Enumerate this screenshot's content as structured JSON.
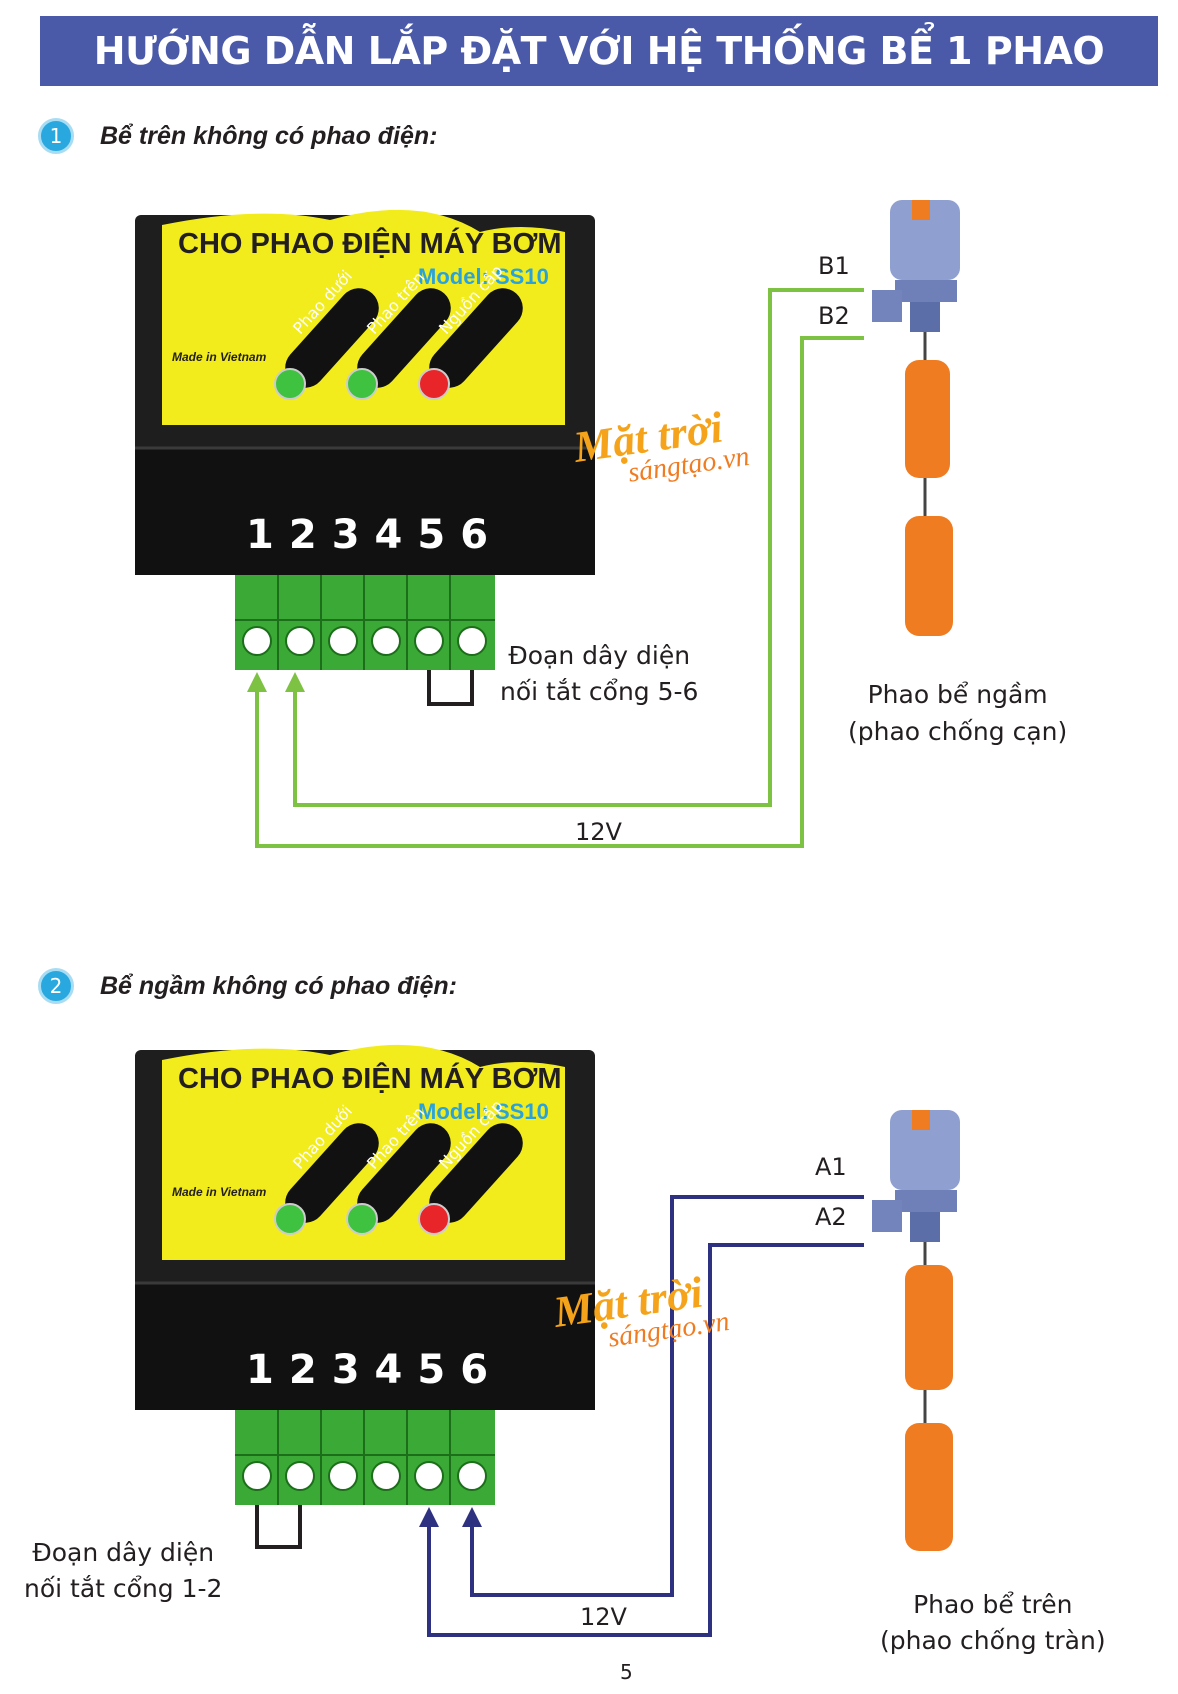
{
  "header": {
    "title": "HƯỚNG DẪN LẮP ĐẶT VỚI HỆ THỐNG BỂ 1 PHAO"
  },
  "sections": [
    {
      "number": "1",
      "subtitle": "Bể trên không có phao điện:",
      "device": {
        "heading": "CHO PHAO ĐIỆN MÁY BƠM",
        "model": "Model: SS10",
        "made_in": "Made in Vietnam",
        "leds": [
          "Phao dưới",
          "Phao trên",
          "Nguồn cấp"
        ],
        "terminals": [
          "1",
          "2",
          "3",
          "4",
          "5",
          "6"
        ]
      },
      "wire_labels": [
        "B1",
        "B2"
      ],
      "voltage": "12V",
      "jumper_note": [
        "Đoạn dây diện",
        "nối tắt cổng 5-6"
      ],
      "float_caption": [
        "Phao bể ngầm",
        "(phao chống cạn)"
      ]
    },
    {
      "number": "2",
      "subtitle": "Bể ngầm không có phao điện:",
      "device": {
        "heading": "CHO PHAO ĐIỆN MÁY BƠM",
        "model": "Model: SS10",
        "made_in": "Made in Vietnam",
        "leds": [
          "Phao dưới",
          "Phao trên",
          "Nguồn cấp"
        ],
        "terminals": [
          "1",
          "2",
          "3",
          "4",
          "5",
          "6"
        ]
      },
      "wire_labels": [
        "A1",
        "A2"
      ],
      "voltage": "12V",
      "jumper_note": [
        "Đoạn dây diện",
        "nối tắt cổng 1-2"
      ],
      "float_caption": [
        "Phao bể trên",
        "(phao chống tràn)"
      ]
    }
  ],
  "watermark": {
    "line1": "Mặt trời",
    "line2": "sángtạo.vn"
  },
  "page_number": "5",
  "colors": {
    "banner": "#4a5aa8",
    "panel_yellow": "#f2ec1c",
    "case_black": "#1e1e1e",
    "terminal_green": "#3aa935",
    "wire_green": "#7dc242",
    "wire_navy": "#2e3180",
    "float_orange": "#f07c22",
    "switch_blue": "#8f9fd0"
  }
}
